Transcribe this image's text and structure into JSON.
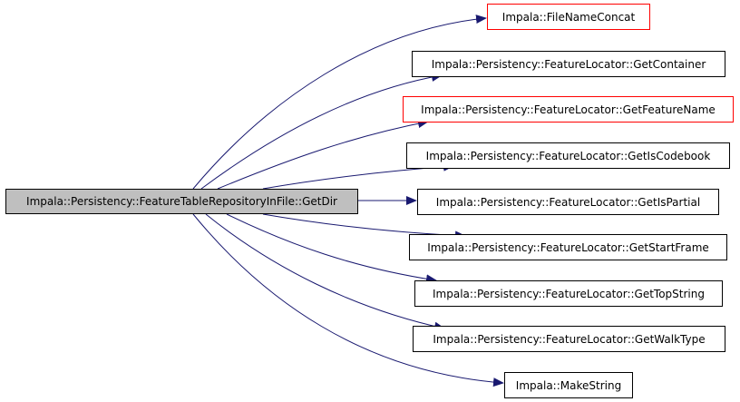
{
  "graph": {
    "edge_color": "#191970",
    "source": {
      "label": "Impala::Persistency::FeatureTableRepositoryInFile::GetDir",
      "fill": "#bfbfbf"
    },
    "targets": [
      {
        "label": "Impala::FileNameConcat",
        "border": "#ff0000"
      },
      {
        "label": "Impala::Persistency::FeatureLocator::GetContainer",
        "border": "#000000"
      },
      {
        "label": "Impala::Persistency::FeatureLocator::GetFeatureName",
        "border": "#ff0000"
      },
      {
        "label": "Impala::Persistency::FeatureLocator::GetIsCodebook",
        "border": "#000000"
      },
      {
        "label": "Impala::Persistency::FeatureLocator::GetIsPartial",
        "border": "#000000"
      },
      {
        "label": "Impala::Persistency::FeatureLocator::GetStartFrame",
        "border": "#000000"
      },
      {
        "label": "Impala::Persistency::FeatureLocator::GetTopString",
        "border": "#000000"
      },
      {
        "label": "Impala::Persistency::FeatureLocator::GetWalkType",
        "border": "#000000"
      },
      {
        "label": "Impala::MakeString",
        "border": "#000000"
      }
    ]
  }
}
